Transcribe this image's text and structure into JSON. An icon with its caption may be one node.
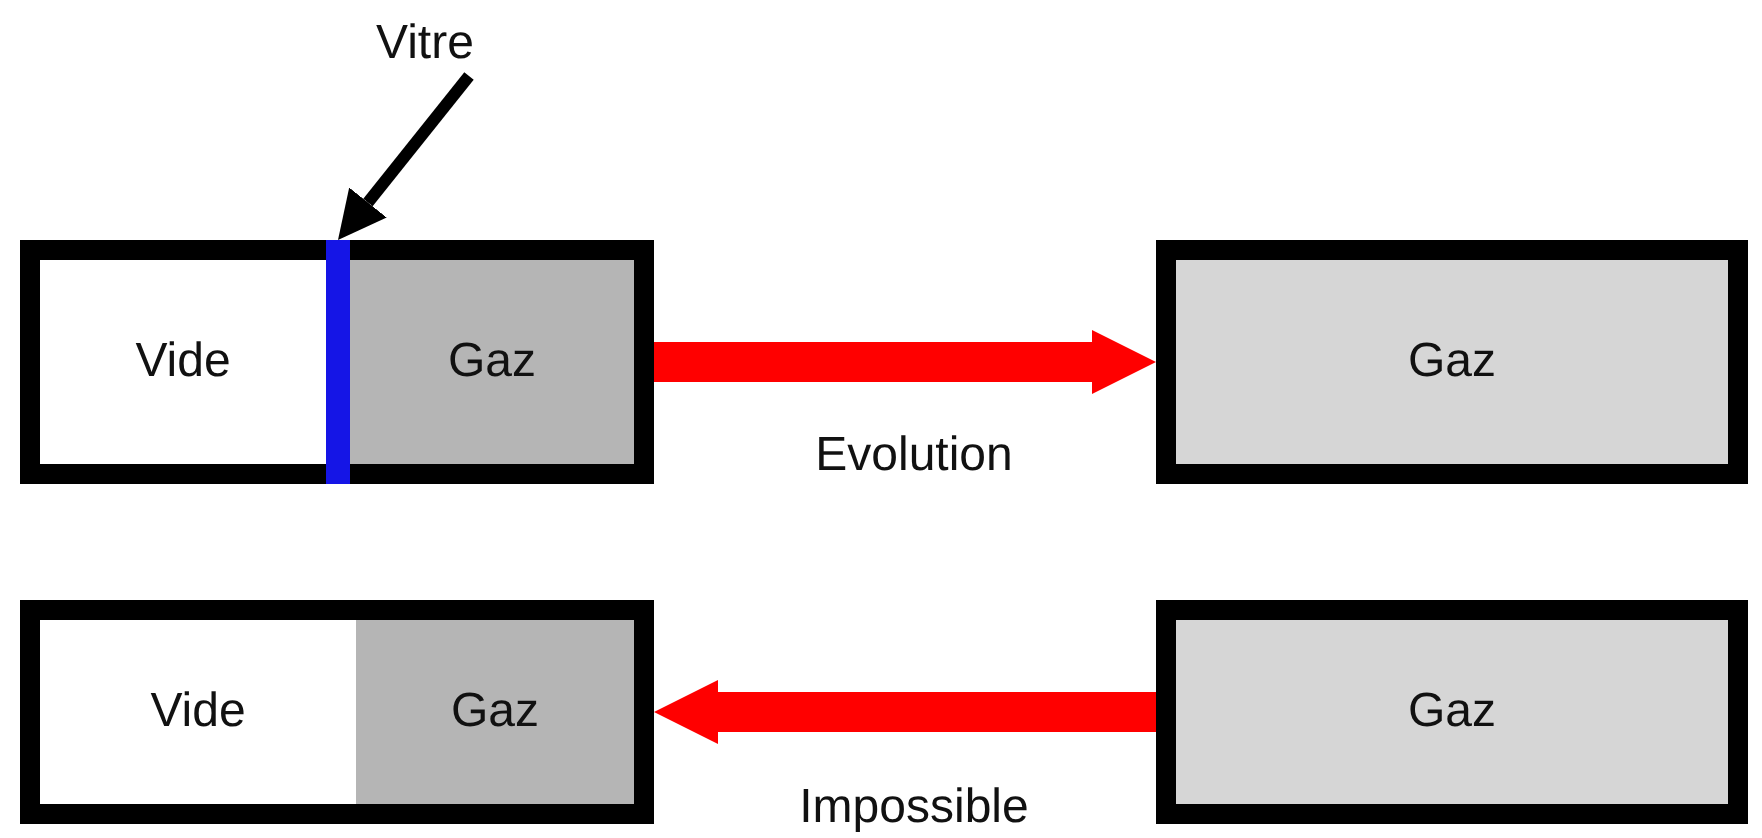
{
  "diagram": {
    "nodes": [
      {
        "text": [],
        "shape": "box"
      },
      {
        "text": [
          "Vide"
        ],
        "in": 0
      },
      {
        "text": [
          "Gaz"
        ],
        "in": 0
      },
      {
        "text": [
          "Vitre"
        ]
      },
      {
        "text": [],
        "shape": "bar",
        "in": 0
      },
      {
        "text": [
          "Gaz"
        ]
      },
      {
        "text": [],
        "shape": "box"
      },
      {
        "text": [
          "Vide"
        ],
        "in": 6
      },
      {
        "text": [
          "Gaz"
        ],
        "in": 6
      },
      {
        "text": [
          "Gaz"
        ]
      }
    ],
    "edges": [
      {
        "from": 3,
        "to": 4,
        "arrow": "to",
        "color": "#000000"
      },
      {
        "from": 0,
        "to": 5,
        "arrow": "to",
        "label": "Evolution",
        "color": "#ff0000"
      },
      {
        "from": 9,
        "to": 6,
        "arrow": "to",
        "label": "Impossible",
        "color": "#ff0000"
      }
    ]
  }
}
